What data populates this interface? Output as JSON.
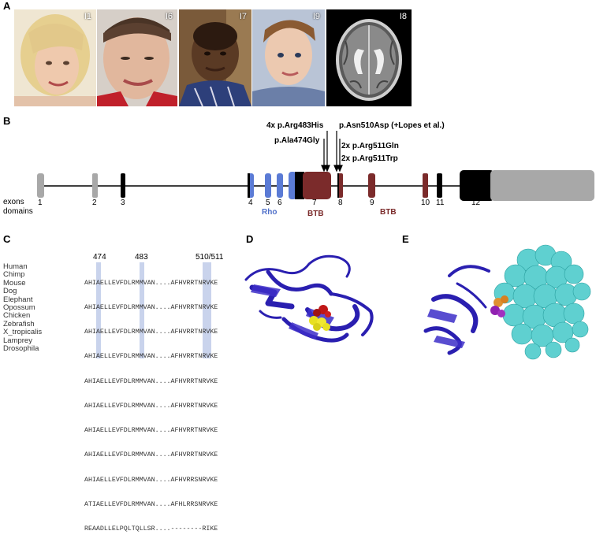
{
  "panels": {
    "a": "A",
    "b": "B",
    "c": "C",
    "d": "D",
    "e": "E"
  },
  "photos": [
    {
      "label": "I1"
    },
    {
      "label": "I6"
    },
    {
      "label": "I7"
    },
    {
      "label": "I9"
    },
    {
      "label": "I8"
    }
  ],
  "gene_diagram": {
    "row_labels": {
      "exons": "exons",
      "domains": "domains"
    },
    "exons": [
      "1",
      "2",
      "3",
      "4",
      "5",
      "6",
      "7",
      "8",
      "9",
      "10",
      "11",
      "12"
    ],
    "domains": [
      {
        "name": "Rho",
        "color": "#4f6fc9"
      },
      {
        "name": "BTB",
        "color": "#7b2b2b"
      },
      {
        "name": "BTB",
        "color": "#7b2b2b"
      }
    ],
    "mutations": [
      "4x p.Arg483His",
      "p.Asn510Asp (+Lopes et al.)",
      "p.Ala474Gly",
      "2x p.Arg511Gln",
      "2x p.Arg511Trp"
    ]
  },
  "alignment": {
    "positions": [
      "474",
      "483",
      "510/511"
    ],
    "species": [
      "Human",
      "Chimp",
      "Mouse",
      "Dog",
      "Elephant",
      "Opossum",
      "Chicken",
      "Zebrafish",
      "X_tropicalis",
      "Lamprey",
      "Drosophila"
    ],
    "sequences": [
      "AHIAELLEVFDLRMMVAN....AFHVRRTNRVKE",
      "AHIAELLEVFDLRMMVAN....AFHVRRTNRVKE",
      "AHIAELLEVFDLRMMVAN....AFHVRRTNRVKE",
      "AHIAELLEVFDLRMMVAN....AFHVRRTNRVKE",
      "AHIAELLEVFDLRMMVAN....AFHVRRTNRVKE",
      "AHIAELLEVFDLRMMVAN....AFHVRRTNRVKE",
      "AHIAELLEVFDLRMMVAN....AFHVRRTNRVKE",
      "AHIAELLEVFDLRMMVAN....AFHVRRTNRVKE",
      "AHIAELLEVFDLRMMVAN....AFHVRRSNRVKE",
      "ATIAELLEVFDLRMMVAN....AFHLRRSNRVKE",
      "REAADLLELPQLTQLLSR....--------RIKE"
    ]
  },
  "colors": {
    "exon_grey": "#a8a8a8",
    "exon_black": "#000000",
    "rho_blue": "#5b7bd5",
    "btb_red": "#7b2b2b",
    "highlight": "#c9d3ec",
    "ribbon": "#2a1fb0",
    "sphere_cyan": "#5fd0d0"
  }
}
